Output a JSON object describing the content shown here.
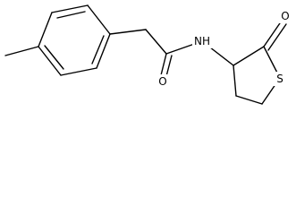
{
  "molecule": {
    "atom_labels": {
      "nitrogen": "NH",
      "carbonyl_oxygen": "O",
      "lactone_oxygen": "O",
      "sulfur": "S"
    }
  },
  "colors": {
    "bond": "#000000",
    "label": "#000000",
    "background": "#ffffff"
  }
}
